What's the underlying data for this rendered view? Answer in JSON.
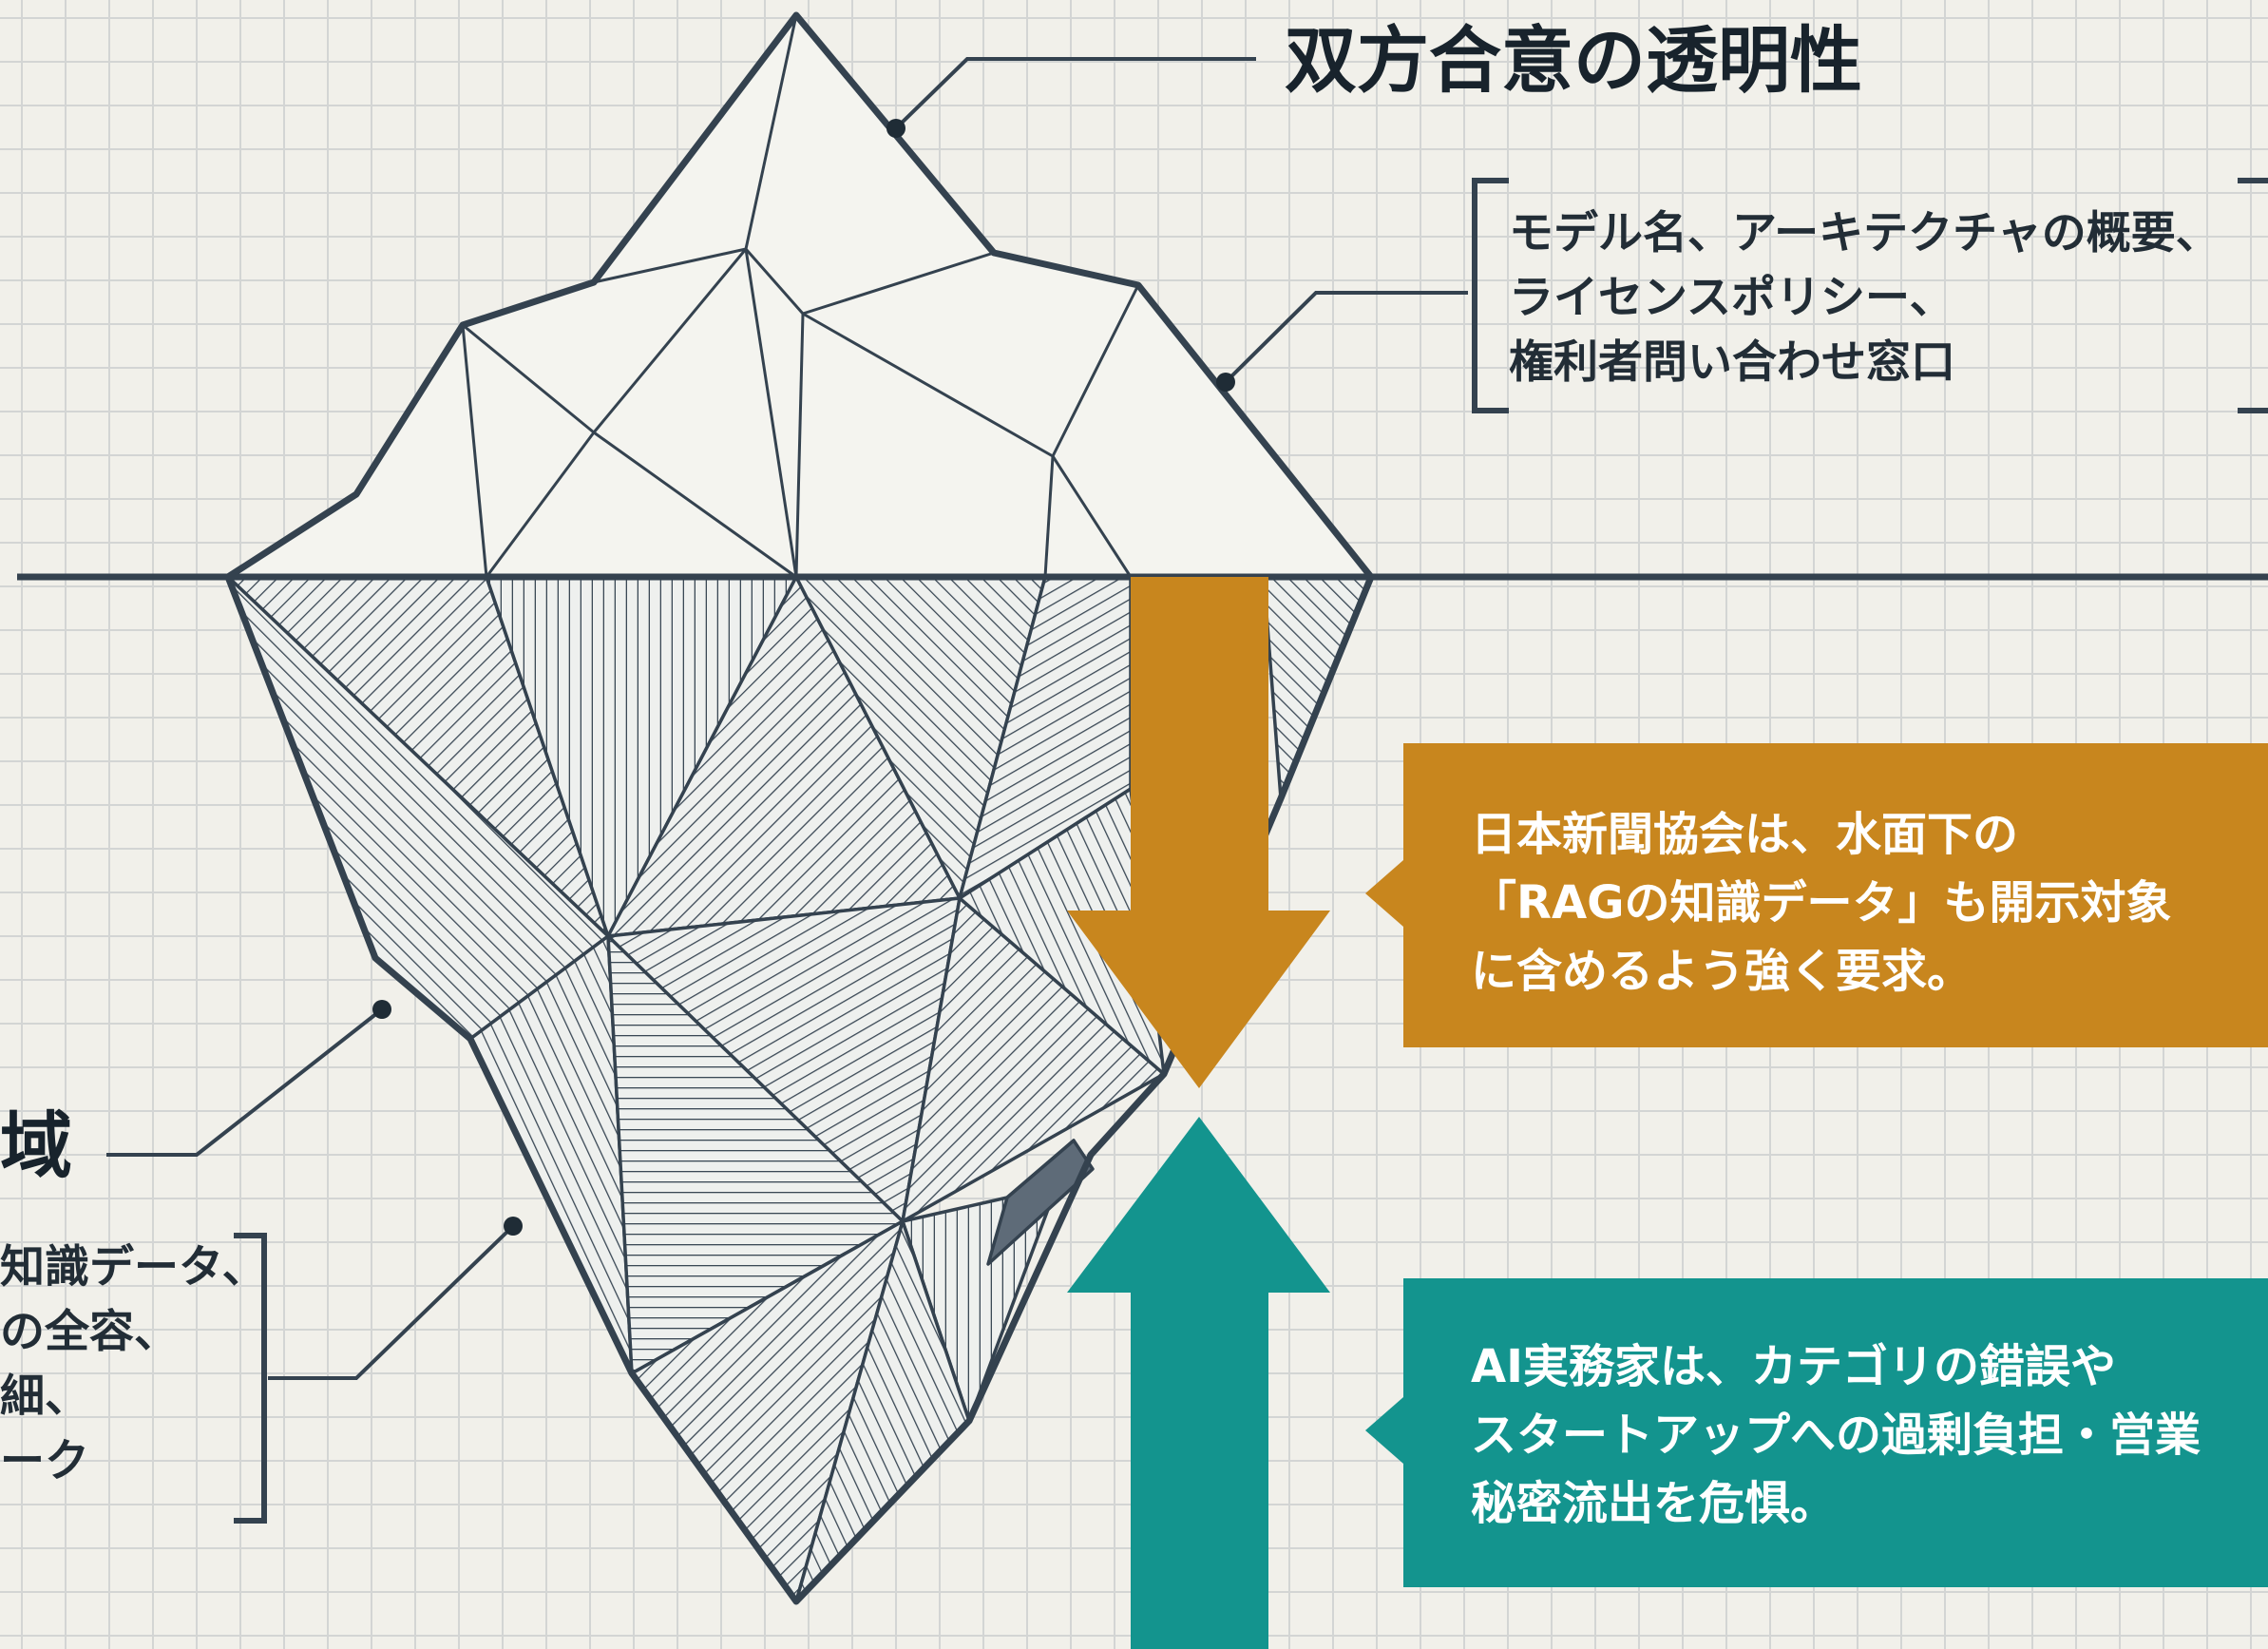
{
  "title": "双方合意の透明性",
  "surface_disclosures": {
    "lines": [
      "モデル名、アーキテクチャの概要、",
      "ライセンスポリシー、",
      "権利者問い合わせ窓口"
    ]
  },
  "hidden_area": {
    "title_fragment": "域",
    "lines": [
      "知識データ、",
      "の全容、",
      "細、",
      "ーク"
    ]
  },
  "callouts": {
    "press_association": {
      "lines": [
        "日本新聞協会は、水面下の",
        "「RAGの知識データ」も開示対象",
        "に含めるよう強く要求。"
      ],
      "color": "#c8861e"
    },
    "ai_practitioners": {
      "lines": [
        "AI実務家は、カテゴリの錯誤や",
        "スタートアップへの過剰負担・営業",
        "秘密流出を危惧。"
      ],
      "color": "#13948e"
    }
  },
  "colors": {
    "background": "#f1f0ea",
    "grid": "#d3d5d4",
    "ink": "#344150"
  },
  "arrows": {
    "down": "press_association",
    "up": "ai_practitioners"
  }
}
